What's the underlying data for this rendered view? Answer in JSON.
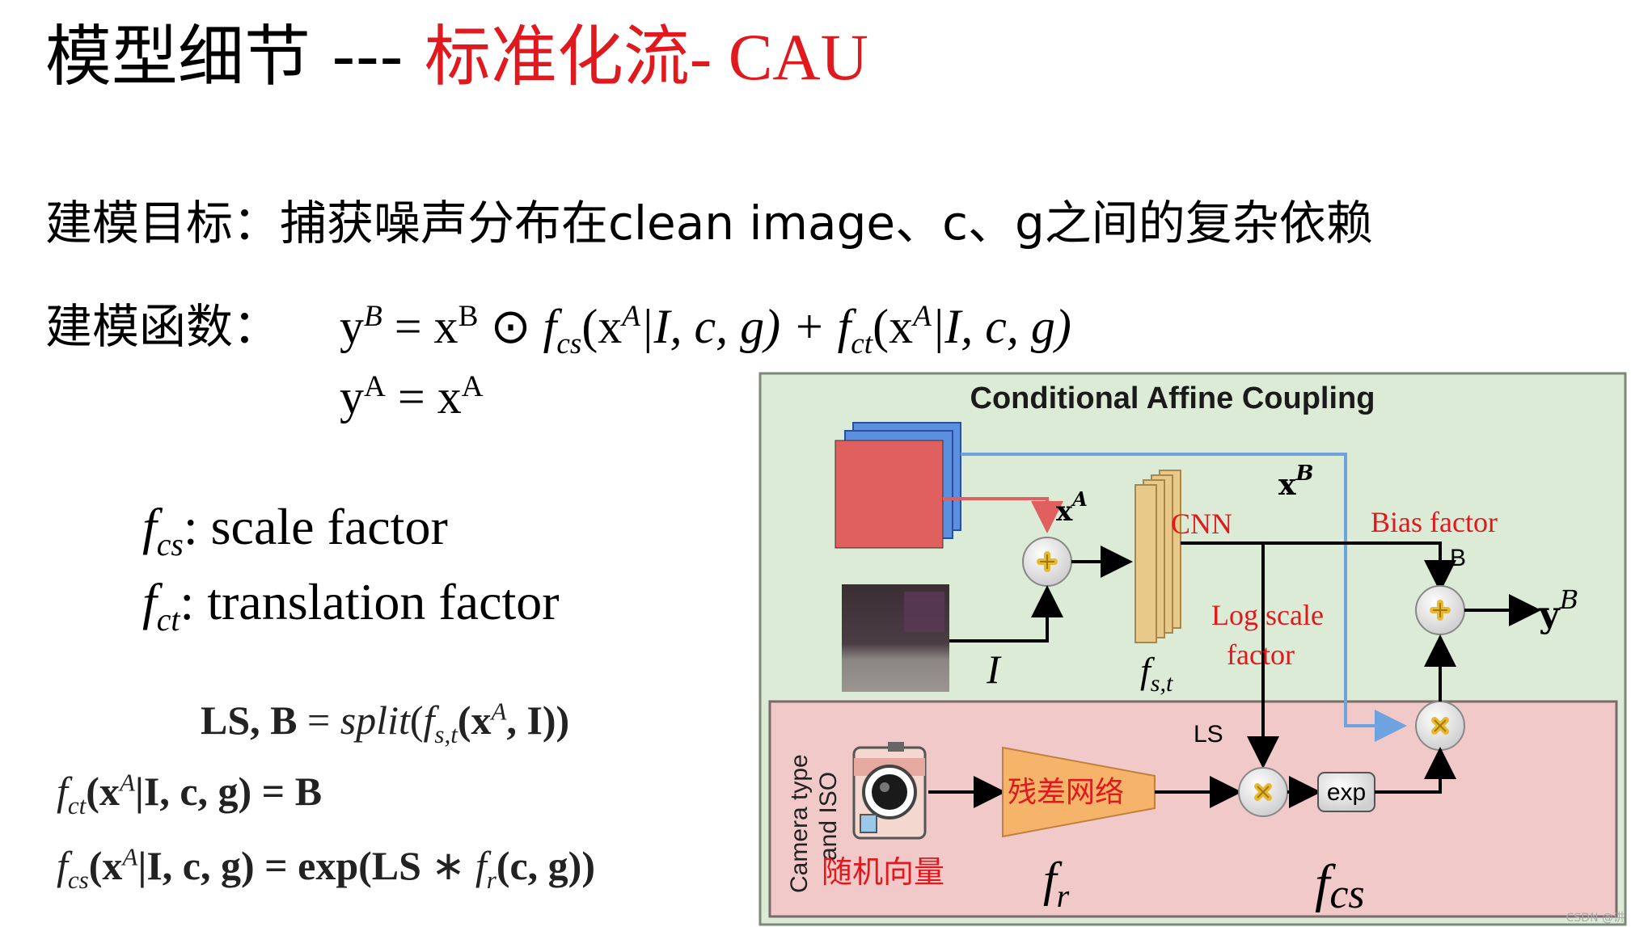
{
  "title": {
    "black": "模型细节 --- ",
    "red": "标准化流- CAU"
  },
  "goal_text": "建模目标：捕获噪声分布在clean image、c、g之间的复杂依赖",
  "function_label": "建模函数：",
  "equations": {
    "eq1_yB": "y",
    "eq1_sup_B": "B",
    "eq1_mid": " = x",
    "eq1_sup_B2": "B",
    "eq1_odot": " ⊙ ",
    "eq1_f": "f",
    "eq1_sub_cs": "cs",
    "eq1_args1": "(x",
    "eq1_sup_A": "A",
    "eq1_cond1": "|I, c, g) + ",
    "eq1_f2": "f",
    "eq1_sub_ct": "ct",
    "eq1_args2": "(x",
    "eq1_sup_A2": "A",
    "eq1_cond2": "|I, c, g)",
    "eq2_y": "y",
    "eq2_sup": "A",
    "eq2_mid": " = x",
    "eq2_sup2": "A"
  },
  "definitions": {
    "fcs_f": "f",
    "fcs_sub": "cs",
    "fcs_text": ": scale factor",
    "fct_f": "f",
    "fct_sub": "ct",
    "fct_text": ": translation factor"
  },
  "math_block": {
    "m1_lhs": "LS, B",
    "m1_eq": " = ",
    "m1_rhs_split": "split",
    "m1_rhs_open": "(",
    "m1_f": "f",
    "m1_sub": "s,t",
    "m1_args": "(x",
    "m1_sup": "A",
    "m1_close": ", I))",
    "m2_f": "f",
    "m2_sub": "ct",
    "m2_args": "(x",
    "m2_sup": "A",
    "m2_cond": "|I, c, g) = ",
    "m2_rhs": "B",
    "m3_f": "f",
    "m3_sub": "cs",
    "m3_args": "(x",
    "m3_sup": "A",
    "m3_cond": "|I, c, g) = exp(",
    "m3_ls": "LS",
    "m3_star": " ∗ ",
    "m3_fr": "f",
    "m3_fr_sub": "r",
    "m3_tail": "(c, g))"
  },
  "diagram": {
    "title": "Conditional Affine Coupling",
    "label_xA_base": "x",
    "label_xA_sup": "A",
    "label_xB_base": "x",
    "label_xB_sup": "B",
    "label_I": "I",
    "label_fst_f": "f",
    "label_fst_sub": "s,t",
    "label_cnn": "CNN",
    "label_bias": "Bias factor",
    "label_B": "B",
    "label_log1": "Log scale",
    "label_log2": "factor",
    "label_yB_base": "y",
    "label_yB_sup": "B",
    "label_LS": "LS",
    "label_exp": "exp",
    "label_camera1": "Camera type",
    "label_camera2": "and ISO",
    "label_random": "随机向量",
    "label_resnet": "残差网络",
    "label_fr_f": "f",
    "label_fr_sub": "r",
    "label_fcs_f": "f",
    "label_fcs_sub": "cs",
    "colors": {
      "outer_bg": "#dcebd6",
      "inner_bg": "#f2c9c9",
      "red_square": "#e06060",
      "blue_square": "#5b8fe0",
      "blue_line": "#6fa3df",
      "red_line": "#e06060",
      "annotation_red": "#e0191f",
      "trapezoid": "#f5b46a",
      "fst_block": "#e8c98a"
    }
  },
  "watermark": "CSDN @讲"
}
